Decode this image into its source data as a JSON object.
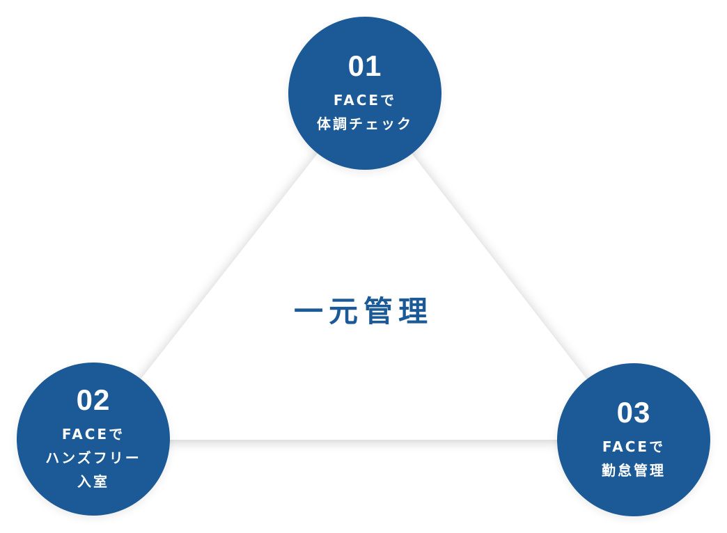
{
  "center": {
    "label": "一元管理"
  },
  "nodes": [
    {
      "number": "01",
      "lines": [
        "FACEで",
        "体調チェック"
      ]
    },
    {
      "number": "02",
      "lines": [
        "FACEで",
        "ハンズフリー",
        "入室"
      ]
    },
    {
      "number": "03",
      "lines": [
        "FACEで",
        "勤怠管理"
      ]
    }
  ],
  "colors": {
    "accent": "#1b5a96",
    "triangle_fill": "#ffffff",
    "background": "#ffffff"
  }
}
